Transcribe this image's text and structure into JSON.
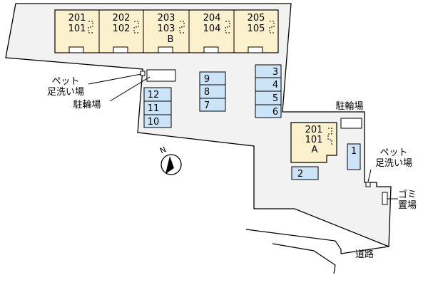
{
  "building_b": {
    "name": "B",
    "units": [
      {
        "upper": "201",
        "lower": "101"
      },
      {
        "upper": "202",
        "lower": "102"
      },
      {
        "upper": "203",
        "lower": "103"
      },
      {
        "upper": "204",
        "lower": "104"
      },
      {
        "upper": "205",
        "lower": "105"
      }
    ]
  },
  "building_a": {
    "name": "A",
    "units": [
      {
        "upper": "201",
        "lower": "101"
      }
    ]
  },
  "parking": {
    "slots": [
      "1",
      "2",
      "3",
      "4",
      "5",
      "6",
      "7",
      "8",
      "9",
      "10",
      "11",
      "12"
    ]
  },
  "labels": {
    "pet_line1": "ペット",
    "pet_line2": "足洗い場",
    "bicycle_left": "駐輪場",
    "bicycle_right": "駐輪場",
    "pet_right_line1": "ペット",
    "pet_right_line2": "足洗い場",
    "garbage_line1": "ゴミ",
    "garbage_line2": "置場",
    "road": "道路",
    "north": "N"
  },
  "colors": {
    "lot": "#f2f2f2",
    "building": "#fbf1cc",
    "parking": "#cce4f7",
    "outline": "#000000"
  }
}
